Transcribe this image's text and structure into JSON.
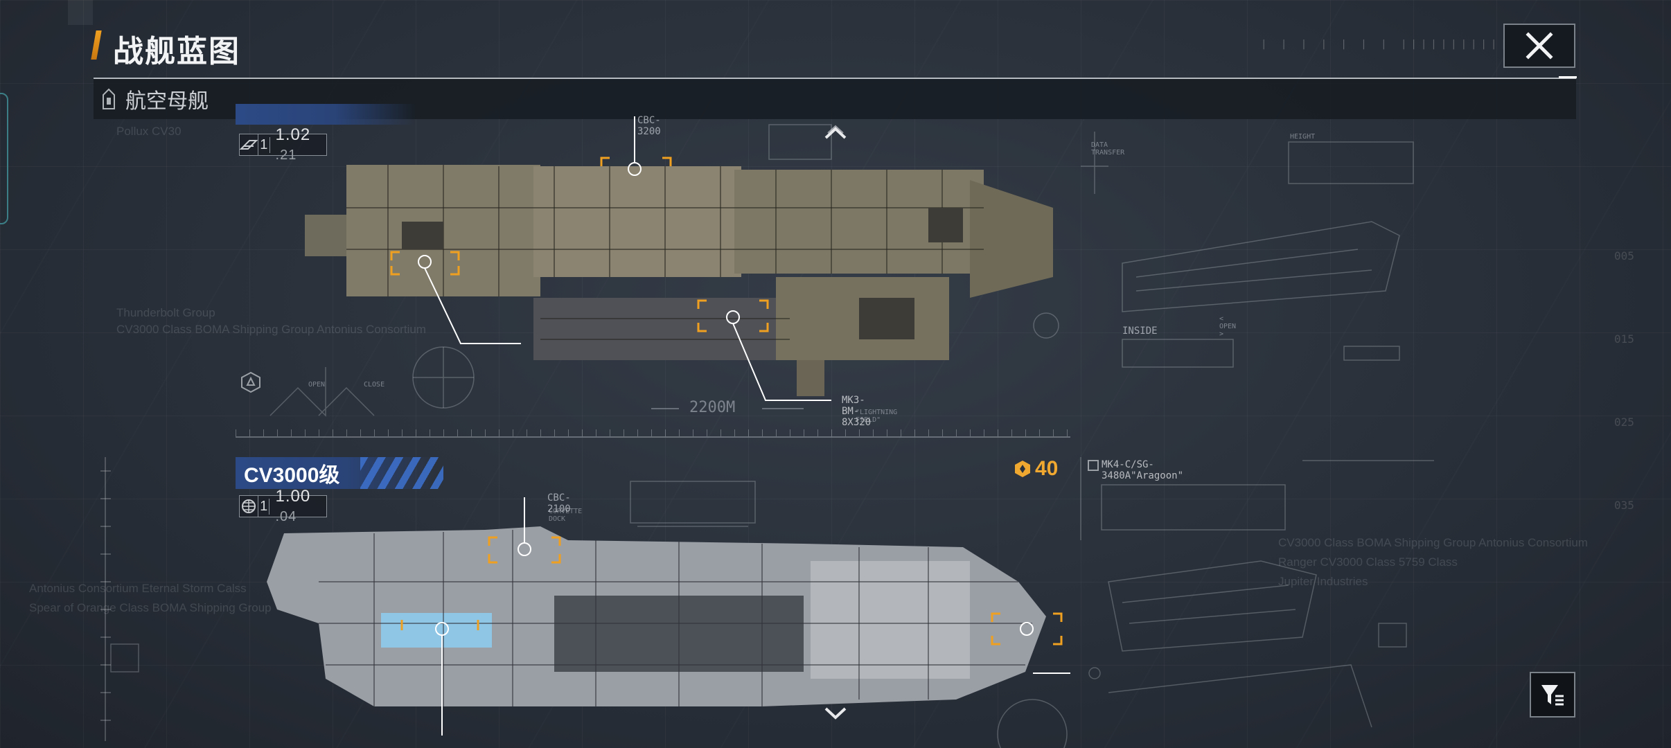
{
  "header": {
    "title": "战舰蓝图",
    "category": "航空母舰",
    "barcode": "| | | | | | | |||||||||||",
    "close_icon": "close-x-icon",
    "category_icon": "carrier-icon"
  },
  "ships": [
    {
      "class_name": "",
      "tier": "1",
      "version_main": "1.02",
      "version_sub": "21",
      "emblem_icon": "faction-emblem-icon",
      "subtitle_ghost": "Pollux CV30",
      "part_top": "CBC-3200",
      "weapon_label": "MK3-BM-8X320",
      "weapon_sub": "\"LIGHTNING FIELD\"",
      "dimension": "2200M",
      "ghost_left": [
        "Thunderbolt Group",
        "CV3000 Class BOMA Shipping Group Antonius Consortium"
      ],
      "diagram_labels": [
        "DATA TRANSFER",
        "HEIGHT",
        "INSIDE",
        "< OPEN >",
        "OPEN",
        "CLOSE"
      ]
    },
    {
      "class_name": "CV3000级",
      "tier": "1",
      "version_main": "1.00",
      "version_sub": "04",
      "emblem_icon": "globe-emblem-icon",
      "part_top": "CBC-2100",
      "part_top_sub": "CORVETTE DOCK",
      "power": "40",
      "weapon_label": "MK4-C/SG-3480A\"Aragoon\"",
      "ghost_left": [
        "Antonius Consortium Eternal Storm Calss",
        "Spear of Orange Class BOMA Shipping Group"
      ],
      "ghost_right": [
        "CV3000 Class BOMA Shipping Group Antonius Consortium",
        "Ranger CV3000 Class 5759 Class",
        "Jupiter Industries"
      ]
    }
  ],
  "edge_ticks": [
    "005",
    "015",
    "025",
    "035"
  ],
  "colors": {
    "accent": "#f0a020",
    "class_tab": "#2c4a86",
    "marker": "#f0a830"
  }
}
